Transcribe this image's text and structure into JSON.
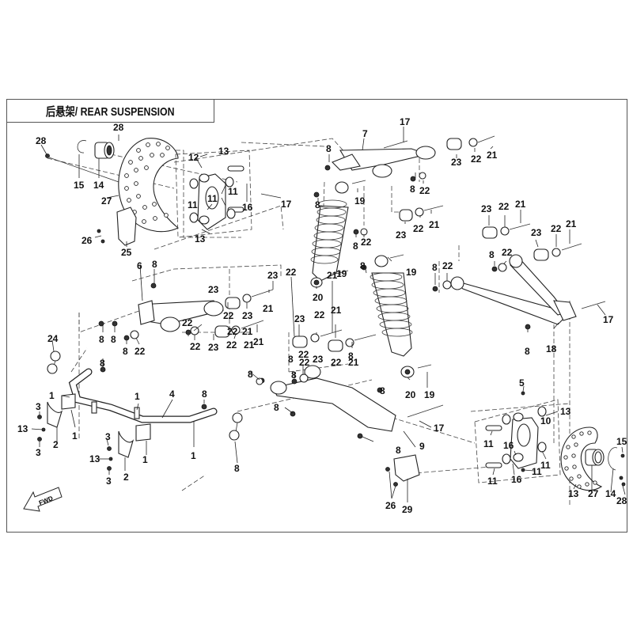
{
  "title": "后悬架/ REAR SUSPENSION",
  "fwd_label": "FWD",
  "callouts": [
    {
      "id": "c1",
      "label": "28"
    },
    {
      "id": "c2",
      "label": "28"
    },
    {
      "id": "c3",
      "label": "15"
    },
    {
      "id": "c4",
      "label": "14"
    },
    {
      "id": "c5",
      "label": "27"
    },
    {
      "id": "c6",
      "label": "12"
    },
    {
      "id": "c7",
      "label": "13"
    },
    {
      "id": "c8",
      "label": "11"
    },
    {
      "id": "c9",
      "label": "11"
    },
    {
      "id": "c10",
      "label": "16"
    },
    {
      "id": "c11",
      "label": "11"
    },
    {
      "id": "c12",
      "label": "13"
    },
    {
      "id": "c13",
      "label": "26"
    },
    {
      "id": "c14",
      "label": "25"
    },
    {
      "id": "c15",
      "label": "17"
    },
    {
      "id": "c16",
      "label": "7"
    },
    {
      "id": "c17",
      "label": "17"
    },
    {
      "id": "c18",
      "label": "8"
    },
    {
      "id": "c19",
      "label": "23"
    },
    {
      "id": "c20",
      "label": "22"
    },
    {
      "id": "c21",
      "label": "21"
    },
    {
      "id": "c22",
      "label": "8"
    },
    {
      "id": "c23",
      "label": "22"
    },
    {
      "id": "c24",
      "label": "19"
    },
    {
      "id": "c25",
      "label": "8"
    },
    {
      "id": "c26",
      "label": "8"
    },
    {
      "id": "c27",
      "label": "22"
    },
    {
      "id": "c28",
      "label": "23"
    },
    {
      "id": "c29",
      "label": "22"
    },
    {
      "id": "c30",
      "label": "21"
    },
    {
      "id": "c31",
      "label": "23"
    },
    {
      "id": "c32",
      "label": "22"
    },
    {
      "id": "c33",
      "label": "21"
    },
    {
      "id": "c34",
      "label": "23"
    },
    {
      "id": "c35",
      "label": "22"
    },
    {
      "id": "c36",
      "label": "21"
    },
    {
      "id": "c37",
      "label": "8"
    },
    {
      "id": "c38",
      "label": "22"
    },
    {
      "id": "c39",
      "label": "8"
    },
    {
      "id": "c40",
      "label": "22"
    },
    {
      "id": "c41",
      "label": "17"
    },
    {
      "id": "c42",
      "label": "18"
    },
    {
      "id": "c43",
      "label": "8"
    },
    {
      "id": "c44",
      "label": "6"
    },
    {
      "id": "c45",
      "label": "8"
    },
    {
      "id": "c46",
      "label": "20"
    },
    {
      "id": "c47",
      "label": "19"
    },
    {
      "id": "c48",
      "label": "8"
    },
    {
      "id": "c49",
      "label": "19"
    },
    {
      "id": "c50",
      "label": "21"
    },
    {
      "id": "c51",
      "label": "23"
    },
    {
      "id": "c52",
      "label": "22"
    },
    {
      "id": "c53",
      "label": "21"
    },
    {
      "id": "c54",
      "label": "22"
    },
    {
      "id": "c55",
      "label": "23"
    },
    {
      "id": "c56",
      "label": "21"
    },
    {
      "id": "c57",
      "label": "8"
    },
    {
      "id": "c58",
      "label": "8"
    },
    {
      "id": "c59",
      "label": "22"
    },
    {
      "id": "c60",
      "label": "22"
    },
    {
      "id": "c61",
      "label": "8"
    },
    {
      "id": "c62",
      "label": "22"
    },
    {
      "id": "c63",
      "label": "23"
    },
    {
      "id": "c64",
      "label": "22"
    },
    {
      "id": "c65",
      "label": "21"
    },
    {
      "id": "c66",
      "label": "23"
    },
    {
      "id": "c67",
      "label": "22"
    },
    {
      "id": "c68",
      "label": "21"
    },
    {
      "id": "c69",
      "label": "24"
    },
    {
      "id": "c70",
      "label": "8"
    },
    {
      "id": "c71",
      "label": "8"
    },
    {
      "id": "c72",
      "label": "8"
    },
    {
      "id": "c73",
      "label": "22"
    },
    {
      "id": "c74",
      "label": "23"
    },
    {
      "id": "c75",
      "label": "22"
    },
    {
      "id": "c76",
      "label": "21"
    },
    {
      "id": "c77",
      "label": "8"
    },
    {
      "id": "c78",
      "label": "8"
    },
    {
      "id": "c79",
      "label": "22"
    },
    {
      "id": "c80",
      "label": "23"
    },
    {
      "id": "c81",
      "label": "22"
    },
    {
      "id": "c82",
      "label": "21"
    },
    {
      "id": "c83",
      "label": "20"
    },
    {
      "id": "c84",
      "label": "19"
    },
    {
      "id": "c85",
      "label": "8"
    },
    {
      "id": "c86",
      "label": "8"
    },
    {
      "id": "c87",
      "label": "17"
    },
    {
      "id": "c88",
      "label": "9"
    },
    {
      "id": "c89",
      "label": "8"
    },
    {
      "id": "c90",
      "label": "26"
    },
    {
      "id": "c91",
      "label": "29"
    },
    {
      "id": "c92",
      "label": "1"
    },
    {
      "id": "c93",
      "label": "3"
    },
    {
      "id": "c94",
      "label": "13"
    },
    {
      "id": "c95",
      "label": "3"
    },
    {
      "id": "c96",
      "label": "2"
    },
    {
      "id": "c97",
      "label": "1"
    },
    {
      "id": "c98",
      "label": "1"
    },
    {
      "id": "c99",
      "label": "8"
    },
    {
      "id": "c100",
      "label": "1"
    },
    {
      "id": "c101",
      "label": "3"
    },
    {
      "id": "c102",
      "label": "13"
    },
    {
      "id": "c103",
      "label": "3"
    },
    {
      "id": "c104",
      "label": "2"
    },
    {
      "id": "c105",
      "label": "1"
    },
    {
      "id": "c106",
      "label": "4"
    },
    {
      "id": "c107",
      "label": "8"
    },
    {
      "id": "c108",
      "label": "5"
    },
    {
      "id": "c109",
      "label": "13"
    },
    {
      "id": "c110",
      "label": "10"
    },
    {
      "id": "c111",
      "label": "11"
    },
    {
      "id": "c112",
      "label": "16"
    },
    {
      "id": "c113",
      "label": "11"
    },
    {
      "id": "c114",
      "label": "11"
    },
    {
      "id": "c115",
      "label": "16"
    },
    {
      "id": "c116",
      "label": "11"
    },
    {
      "id": "c117",
      "label": "13"
    },
    {
      "id": "c118",
      "label": "27"
    },
    {
      "id": "c119",
      "label": "14"
    },
    {
      "id": "c120",
      "label": "15"
    },
    {
      "id": "c121",
      "label": "28"
    },
    {
      "id": "c122",
      "label": "28"
    }
  ]
}
